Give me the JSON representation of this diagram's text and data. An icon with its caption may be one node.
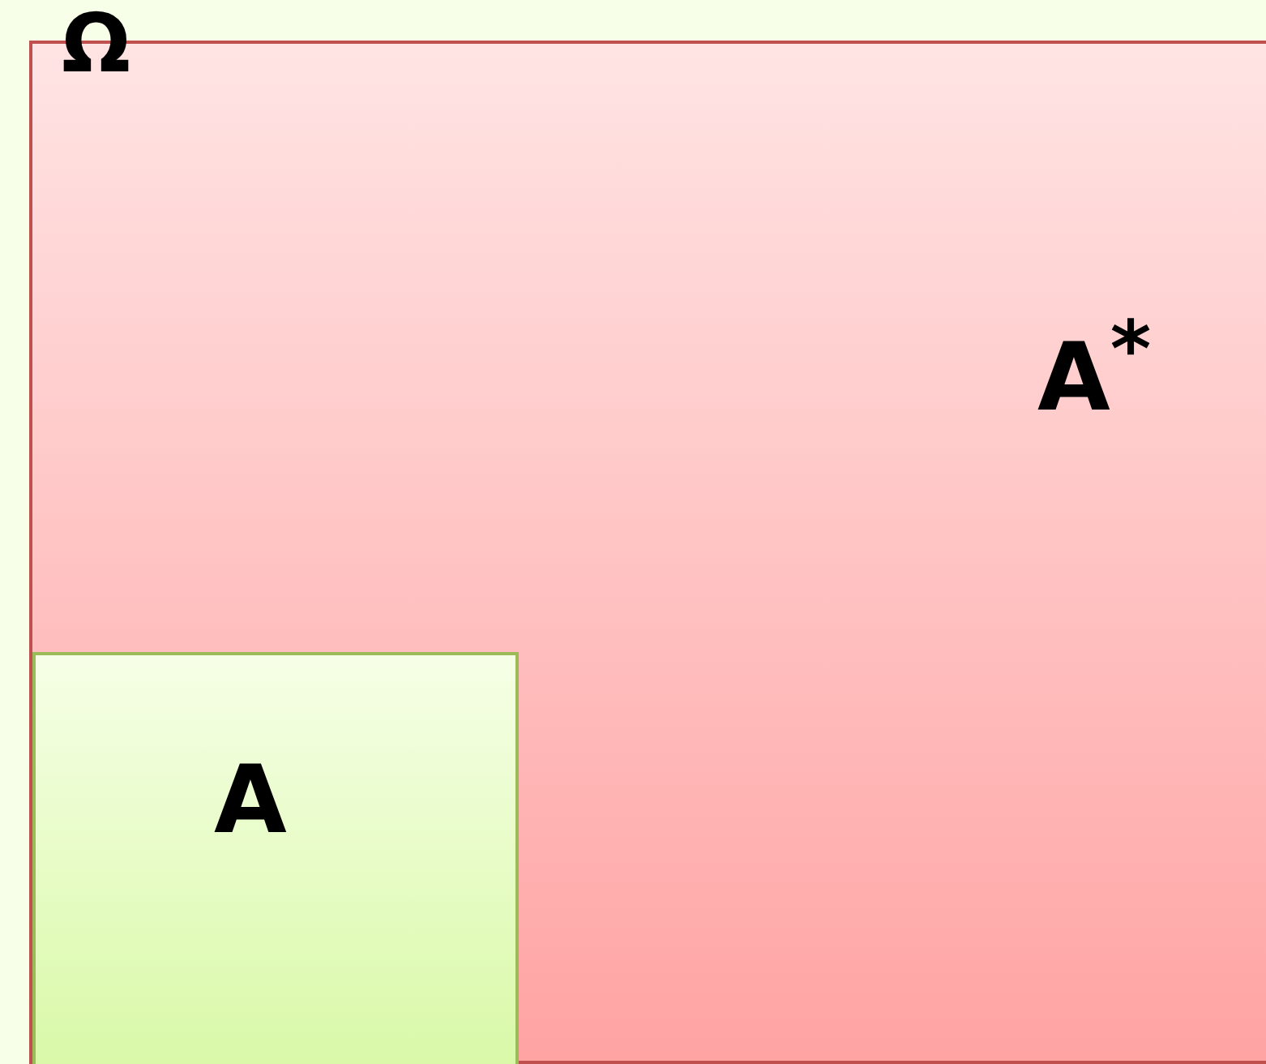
{
  "diagram": {
    "nodes": [
      {
        "text": [
          "A$^{*}$"
        ]
      },
      {
        "text": [
          "A"
        ],
        "in": 0
      }
    ],
    "labels": [
      "Ω"
    ]
  }
}
